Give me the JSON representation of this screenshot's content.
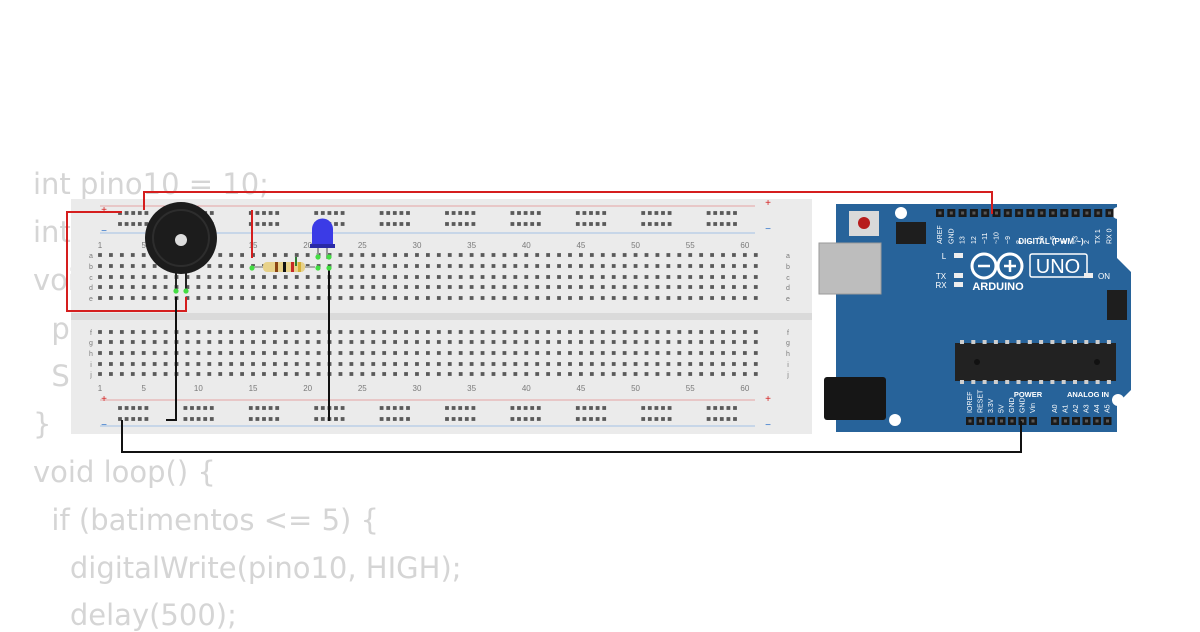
{
  "code": {
    "lines": [
      "int pino10 = 10;",
      "int",
      "voi",
      "  p",
      "  Se",
      "}",
      "void loop() {",
      "  if (batimentos <= 5) {",
      "    digitalWrite(pino10, HIGH);",
      "    delay(500);"
    ]
  },
  "breadboard": {
    "columns_top": [
      "1",
      "5",
      "10",
      "15",
      "20",
      "25",
      "30",
      "35",
      "40",
      "45",
      "50",
      "55",
      "60"
    ],
    "columns_bottom": [
      "1",
      "5",
      "10",
      "15",
      "20",
      "25",
      "30",
      "35",
      "40",
      "45",
      "50",
      "55",
      "60"
    ],
    "rows_top": [
      "a",
      "b",
      "c",
      "d",
      "e"
    ],
    "rows_bottom": [
      "f",
      "g",
      "h",
      "i",
      "j"
    ],
    "plus": "+",
    "minus": "−"
  },
  "arduino": {
    "brand": "ARDUINO",
    "model": "UNO",
    "digital_label": "DIGITAL (PWM ~)",
    "power_label": "POWER",
    "analog_label": "ANALOG IN",
    "led_l": "L",
    "led_tx": "TX",
    "led_rx": "RX",
    "led_on": "ON",
    "digital_pins": [
      "AREF",
      "GND",
      "13",
      "12",
      "~11",
      "~10",
      "~9",
      "8",
      "7",
      "~6",
      "~5",
      "4",
      "~3",
      "2",
      "TX 1",
      "RX 0"
    ],
    "power_pins": [
      "IOREF",
      "RESET",
      "3.3V",
      "5V",
      "GND",
      "GND",
      "Vin"
    ],
    "analog_pins": [
      "A0",
      "A1",
      "A2",
      "A3",
      "A4",
      "A5"
    ]
  },
  "colors": {
    "board_blue": "#27639a",
    "wire_red": "#d51e1e",
    "wire_black": "#111111",
    "led_blue": "#3b3be6",
    "breadboard": "#ebebeb",
    "code_text": "#d5d5d5"
  }
}
